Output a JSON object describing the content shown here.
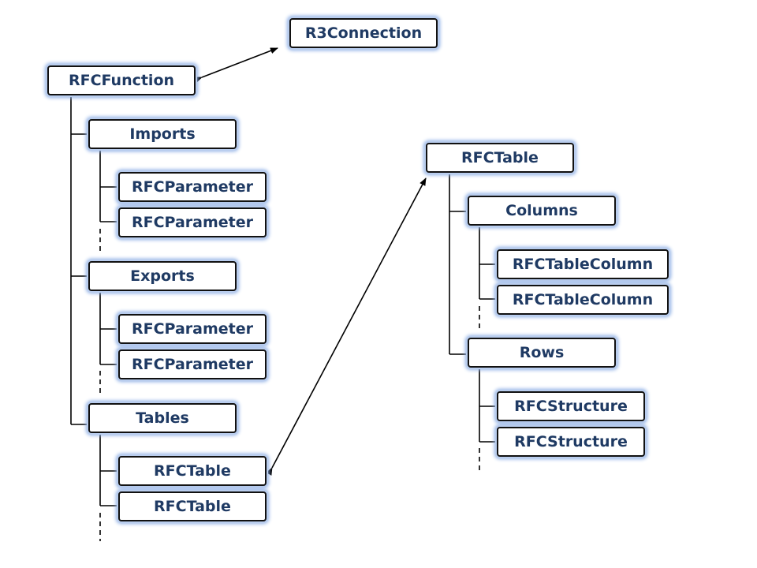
{
  "nodes": {
    "r3connection": "R3Connection",
    "rfcfunction": "RFCFunction",
    "imports": "Imports",
    "imports_param_1": "RFCParameter",
    "imports_param_2": "RFCParameter",
    "exports": "Exports",
    "exports_param_1": "RFCParameter",
    "exports_param_2": "RFCParameter",
    "tables": "Tables",
    "tables_item_1": "RFCTable",
    "tables_item_2": "RFCTable",
    "rfctable": "RFCTable",
    "columns": "Columns",
    "column_1": "RFCTableColumn",
    "column_2": "RFCTableColumn",
    "rows": "Rows",
    "structure_1": "RFCStructure",
    "structure_2": "RFCStructure"
  },
  "colors": {
    "node_text": "#1f3a63",
    "node_border": "#111111",
    "node_glow": "#8fb0e6",
    "connector": "#000000"
  }
}
